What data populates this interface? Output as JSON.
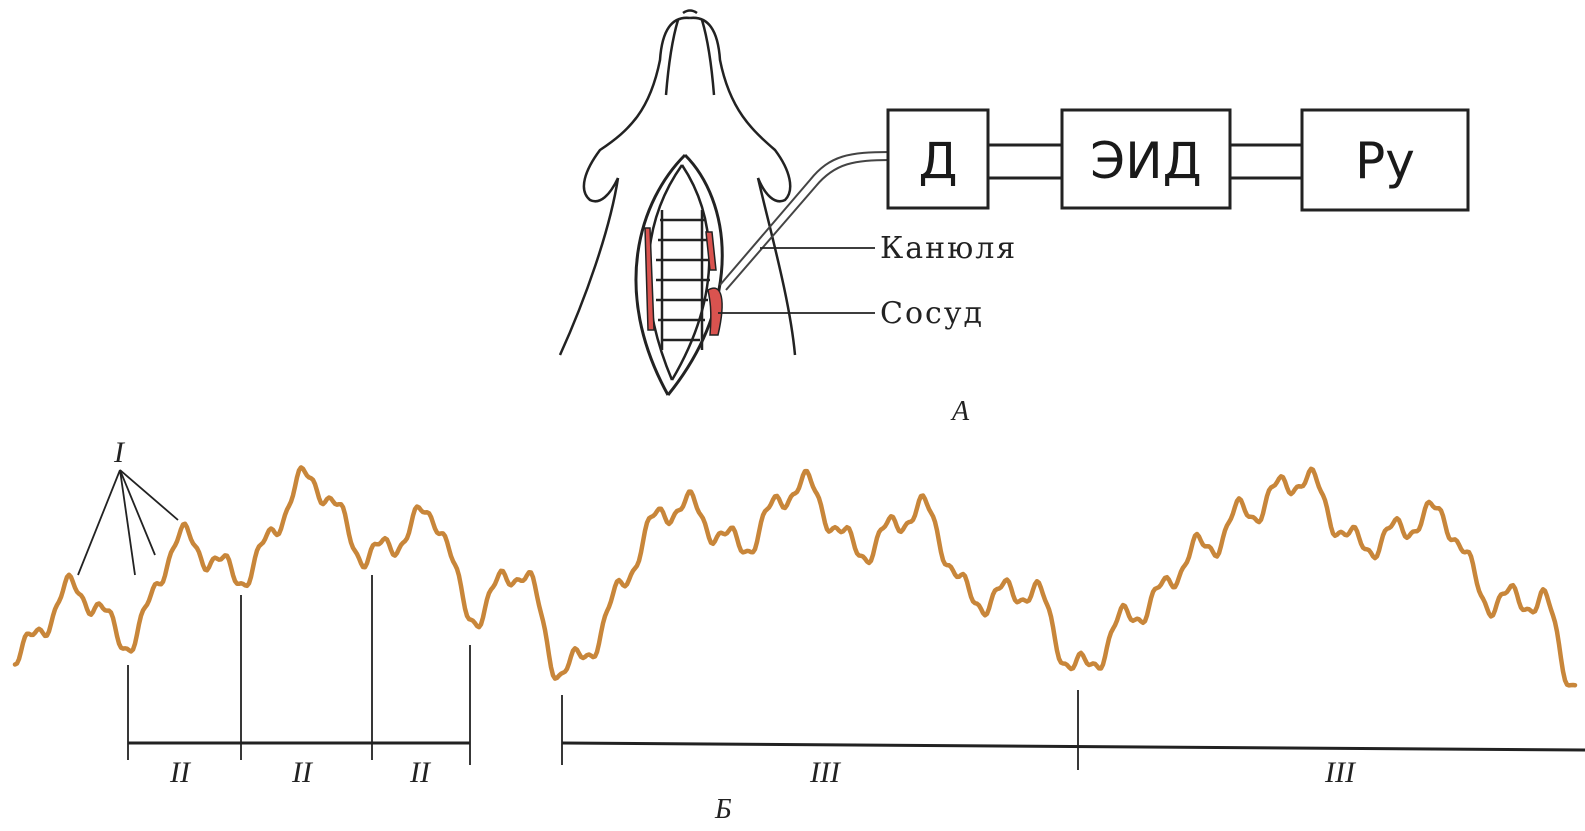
{
  "devices": {
    "sensor": "Д",
    "converter": "ЭИД",
    "recorder": "Ру"
  },
  "labels": {
    "cannula": "Канюля",
    "vessel": "Сосуд"
  },
  "panels": {
    "a": "А",
    "b": "Б"
  },
  "wave_orders": {
    "first": "I",
    "second": "II",
    "third": "III"
  },
  "colors": {
    "trace": "#c8863a",
    "vessel": "#d9534f",
    "ink": "#1a1a1a"
  }
}
